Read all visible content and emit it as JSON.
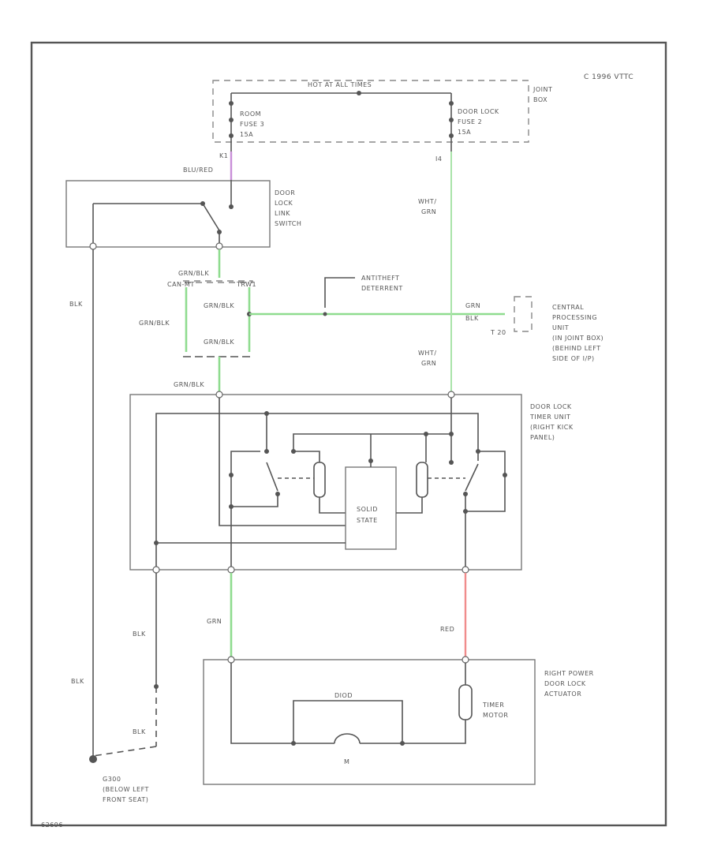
{
  "diagram": {
    "copyright": "C 1996 VTTC",
    "footer_code": "62696",
    "colors": {
      "wire": "#555555",
      "green": "#8fdc8f",
      "red": "#f08c8c",
      "violet": "#c98fd8"
    },
    "joint_box": {
      "header": "HOT AT ALL TIMES",
      "label": [
        "JOINT",
        "BOX"
      ],
      "fuse_left": [
        "ROOM",
        "FUSE 3",
        "15A"
      ],
      "fuse_right": [
        "DOOR LOCK",
        "FUSE 2",
        "15A"
      ],
      "pin_left": "K1",
      "pin_right": "I4"
    },
    "wires": {
      "blu_red": "BLU/RED",
      "wht_grn_top": [
        "WHT/",
        "GRN"
      ],
      "wht_grn_mid": [
        "WHT/",
        "GRN"
      ],
      "blk_left": "BLK",
      "grn_blk_top": "GRN/BLK",
      "grn_blk_mid_left": "GRN/BLK",
      "grn_blk_center_1": "GRN/BLK",
      "grn_blk_center_2": "GRN/BLK",
      "grn_blk_bottom": "GRN/BLK",
      "grn_blk_cpu": [
        "GRN",
        "BLK"
      ],
      "grn": "GRN",
      "red": "RED",
      "blk_1": "BLK",
      "blk_2": "BLK",
      "blk_3": "BLK"
    },
    "door_lock_link_switch": [
      "DOOR",
      "LOCK",
      "LINK",
      "SWITCH"
    ],
    "splice": {
      "left": "CAN-MT",
      "right": "TRW1"
    },
    "antitheft": [
      "ANTITHEFT",
      "DETERRENT"
    ],
    "cpu": [
      "CENTRAL",
      "PROCESSING",
      "UNIT",
      "(IN JOINT BOX)",
      "(BEHIND LEFT",
      "SIDE OF I/P)"
    ],
    "cpu_pin": "T 20",
    "timer_unit": [
      "DOOR LOCK",
      "TIMER UNIT",
      "(RIGHT KICK",
      "PANEL)"
    ],
    "solid_state": [
      "SOLID",
      "STATE"
    ],
    "actuator": [
      "RIGHT POWER",
      "DOOR LOCK",
      "ACTUATOR"
    ],
    "timer_motor": [
      "TIMER",
      "MOTOR"
    ],
    "diode": "DIOD",
    "motor": "M",
    "ground": [
      "G300",
      "(BELOW LEFT",
      "FRONT SEAT)"
    ]
  }
}
